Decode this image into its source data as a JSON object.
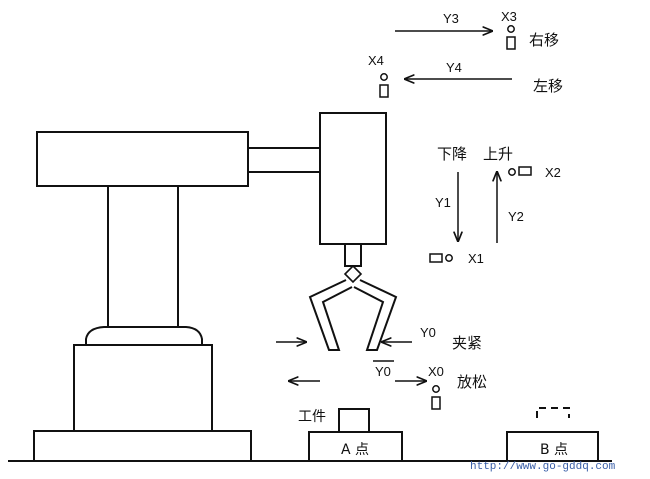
{
  "labels": {
    "y3": "Y3",
    "x3": "X3",
    "right_move": "右移",
    "x4": "X4",
    "y4": "Y4",
    "left_move": "左移",
    "down": "下降",
    "up": "上升",
    "x2": "X2",
    "y1": "Y1",
    "y2": "Y2",
    "x1": "X1",
    "y0": "Y0",
    "clamp": "夹紧",
    "y0_bar": "Y0",
    "x0": "X0",
    "release": "放松",
    "workpiece": "工件",
    "point_a": "A 点",
    "point_b": "B 点"
  },
  "watermark": "http://www.go-gddq.com",
  "colors": {
    "ink": "#111111",
    "watermark": "#3a5fa8"
  }
}
